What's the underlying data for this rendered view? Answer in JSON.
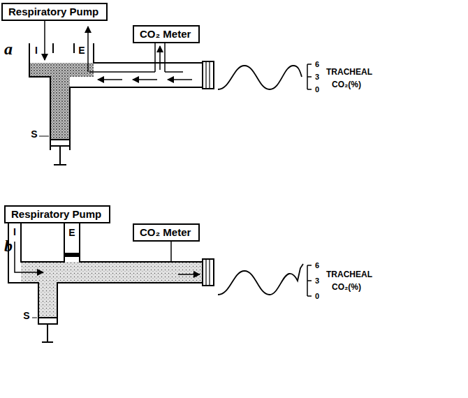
{
  "diagram": {
    "nodes": [
      {
        "text": [
          "Respiratory Pump"
        ]
      },
      {
        "text": [
          "CO₂ Meter"
        ]
      },
      {
        "text": [
          "Respiratory Pump"
        ]
      },
      {
        "text": [
          "CO₂ Meter"
        ]
      }
    ],
    "labels": [
      "a",
      "I",
      "E",
      "S",
      "6",
      "3",
      "0",
      "TRACHEAL",
      "CO₂(%)",
      "b",
      "I",
      "E",
      "S",
      "6",
      "3",
      "0",
      "TRACHEAL",
      "CO₂(%)"
    ]
  }
}
